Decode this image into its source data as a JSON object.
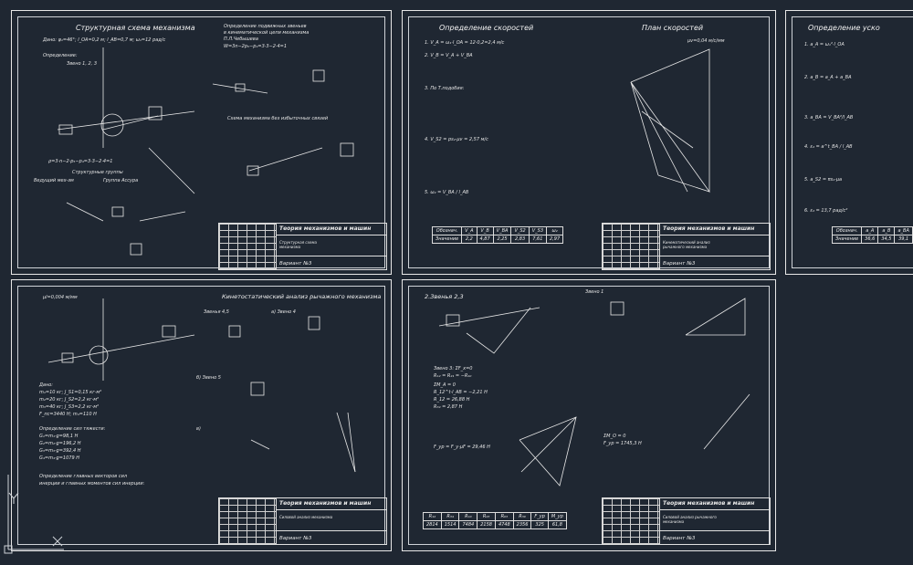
{
  "sheets": {
    "s1": {
      "title": "Структурная схема механизма",
      "given": "Дано: φ₁=46°; l_OA=0,2 м; l_AB=0,7 м; ω₁=12 рад/с",
      "lines": [
        "Определение:",
        "Звено 1, 2, 3",
        "ρ=3·n−2·p₅−p₄=3·3−2·4=1",
        "Структурные группы",
        "Ведущий мех-зм",
        "Группа Ассура"
      ],
      "side": [
        "Определение подвижных звеньев",
        "в кинематической цепи механизма",
        "П.Л.Чебышева",
        "W=3n−2p₅−p₄=3·3−2·4=1",
        "Схема механизма без избыточных связей"
      ],
      "stamp": {
        "title": "Теория механизмов и машин",
        "sub": "Структурная схема механизма",
        "variant": "Вариант №3"
      }
    },
    "s2": {
      "title": "Определение скоростей",
      "plan_title": "План скоростей",
      "lines": [
        "1. V_A = ω₁·l_OA = 12·0,2=2,4 м/с",
        "2. V_B = V_A + V_BA",
        "3. По Т.подобия:",
        "4. V_S2 = ps₂·μv = 2,57 м/с",
        "5. ω₂ = V_BA / l_AB"
      ],
      "scale": "μv=0,04 м/с/мм",
      "table": {
        "head": [
          "Обознач.",
          "V_A",
          "V_B",
          "V_BA",
          "V_S2",
          "V_S3",
          "ω₂"
        ],
        "row": [
          "Значение",
          "2,2",
          "4,87",
          "2,25",
          "2,83",
          "7,61",
          "2,97"
        ]
      },
      "stamp": {
        "title": "Теория механизмов и машин",
        "sub": "Кинематический анализ рычажного механизма",
        "variant": "Вариант №3"
      }
    },
    "s3": {
      "title": "Определение уско",
      "lines": [
        "1. a_A = ω₁²·l_OA",
        "2. a_B = a_A + a_BA",
        "3. a_BA = V_BA²/l_AB",
        "4. ε₂ = a^t_BA / l_AB",
        "5. a_S2 = πs₂·μa",
        "6. ε₂ = 13,7 рад/с²"
      ],
      "table": {
        "head": [
          "Обознач.",
          "a_A",
          "a_B",
          "a_BA"
        ],
        "row": [
          "Значение",
          "36,6",
          "34,5",
          "39,1"
        ]
      }
    },
    "s4": {
      "title": "Кинетостатический анализ рычажного механизма",
      "scale": "μl=0,004 м/мм",
      "lines": [
        "Дано:",
        "m₁=10 кг; J_S1=0,15 кг·м²",
        "m₂=20 кг; J_S2=2,2 кг·м²",
        "m₃=40 кг; J_S3=2,2 кг·м²",
        "F_пс=3440 Н; m₄=110 Н",
        "Определение сил тяжести:",
        "G₁=m₁·g=98,1 Н",
        "G₂=m₂·g=196,2 Н",
        "G₃=m₃·g=392,4 Н",
        "G₄=m₄·g=1079 Н",
        "Определение главных векторов сил",
        "инерции и главных моментов сил инерции:"
      ],
      "steps": [
        "Звенья 4,5",
        "а) Звено 4",
        "б) Звено 5",
        "в)"
      ],
      "stamp": {
        "title": "Теория механизмов и машин",
        "sub": "Силовой анализ механизма",
        "variant": "Вариант №3"
      }
    },
    "s5": {
      "title": "2.Звенья 2,3",
      "step": "Звено 1",
      "lines": [
        "Звено 3: ΣF_x=0",
        "R₁₂ = R₂₁ = −R₁₀",
        "ΣM_A = 0",
        "R_12^t·l_AB = −2,21 Н",
        "R_12 = 26,88 Н",
        "R₃₄ = 2,87 Н",
        "ΣM_O = 0",
        "F_ур = 1745,3 Н",
        "F_ур = F_y·μF = 29,46 Н"
      ],
      "table": {
        "head": [
          "R₁₂",
          "R₃₄",
          "R₁₀",
          "R₂₃",
          "R₀₃",
          "R₃₀",
          "F_ур",
          "M_ур"
        ],
        "row": [
          "2814",
          "1514",
          "7484",
          "2158",
          "4748",
          "2356",
          "325",
          "61,8"
        ]
      },
      "stamp": {
        "title": "Теория механизмов и машин",
        "sub": "Силовой анализ рычажного механизма",
        "variant": "Вариант №3"
      }
    }
  }
}
